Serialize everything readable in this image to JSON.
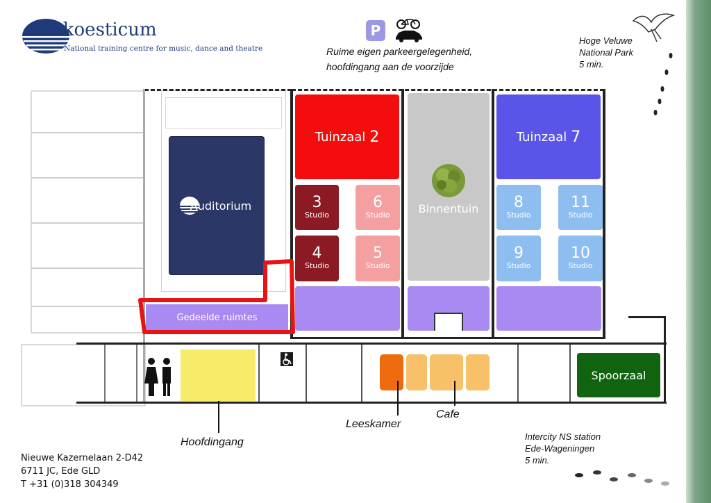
{
  "brand": {
    "name": "Akoesticum",
    "tagline": "National training centre for music, dance and theatre"
  },
  "parking": {
    "icon_letter": "P",
    "line1": "Ruime eigen parkeergelegenheid,",
    "line2": "hoofdingang aan de voorzijde"
  },
  "park": {
    "line1": "Hoge Veluwe",
    "line2": "National Park",
    "line3": "5 min."
  },
  "station": {
    "line1": "Intercity NS station",
    "line2": "Ede-Wageningen",
    "line3": "5 min."
  },
  "address": {
    "line1": "Nieuwe Kazernelaan 2-D42",
    "line2": "6711 JC, Ede GLD",
    "line3": "T +31 (0)318 304349"
  },
  "rooms": {
    "auditorium": "Auditorium",
    "tuinzaal2_word": "Tuinzaal",
    "tuinzaal2_num": "2",
    "tuinzaal7_word": "Tuinzaal",
    "tuinzaal7_num": "7",
    "binnentuin": "Binnentuin",
    "studio_label": "Studio",
    "studios": [
      "3",
      "4",
      "5",
      "6",
      "8",
      "9",
      "10",
      "11"
    ],
    "gedeelde": "Gedeelde ruimtes",
    "spoorzaal": "Spoorzaal"
  },
  "labels": {
    "hoofdingang": "Hoofdingang",
    "leeskamer": "Leeskamer",
    "cafe": "Cafe"
  },
  "colors": {
    "brand_navy": "#1f3b7a",
    "auditorium": "#2b3766",
    "tuinzaal2": "#f40d0d",
    "tuinzaal7": "#5a55e8",
    "studio_dark": "#8b1a25",
    "studio_pink": "#f4a0a0",
    "studio_blue": "#8ebef0",
    "shared_purple": "#a98af2",
    "garden_grey": "#c8c8c8",
    "entrance_yellow": "#f7ec6a",
    "cafe_orange": "#f9c06a",
    "leeskamer_orange": "#f06a10",
    "spoorzaal_green": "#10640f",
    "highlight_red": "#e81414",
    "forest_green": "#5f8f6a"
  }
}
